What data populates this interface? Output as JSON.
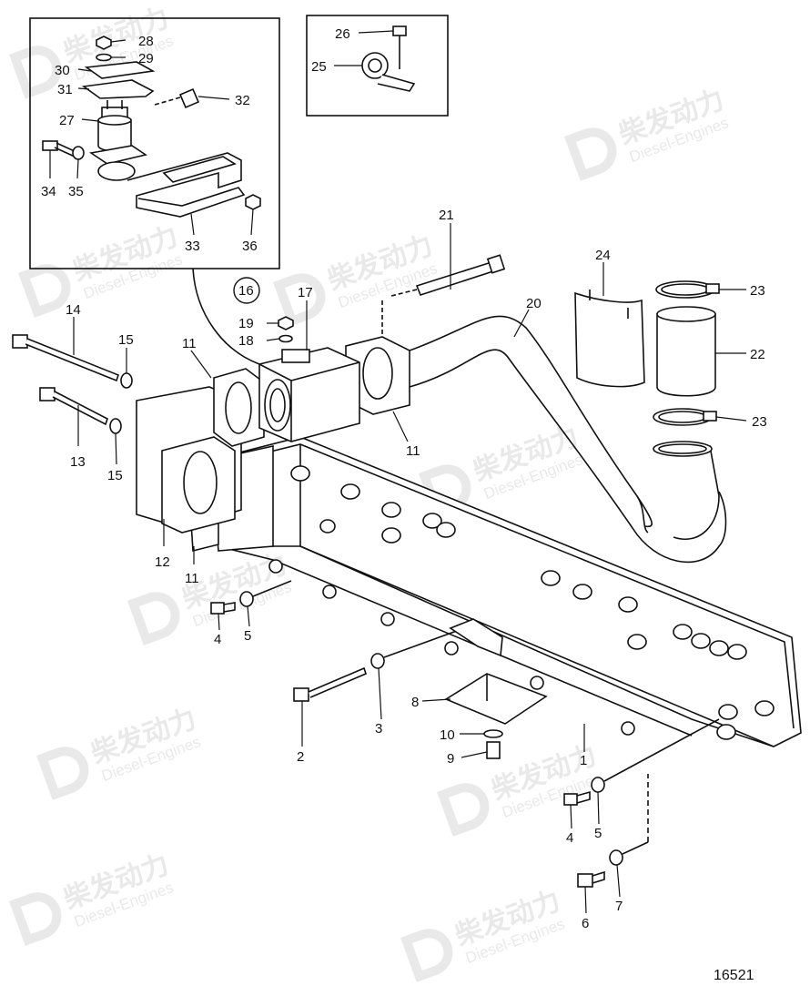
{
  "watermark": {
    "brand_cn": "柴发动力",
    "brand_en": "Diesel-Engines"
  },
  "drawing_number": "16521",
  "callouts": {
    "c1": "1",
    "c2": "2",
    "c3": "3",
    "c4a": "4",
    "c4b": "4",
    "c5a": "5",
    "c5b": "5",
    "c6": "6",
    "c7": "7",
    "c8": "8",
    "c9": "9",
    "c10": "10",
    "c11a": "11",
    "c11b": "11",
    "c11c": "11",
    "c12": "12",
    "c13": "13",
    "c14": "14",
    "c15a": "15",
    "c15b": "15",
    "c16": "16",
    "c17": "17",
    "c18": "18",
    "c19": "19",
    "c20": "20",
    "c21": "21",
    "c22": "22",
    "c23a": "23",
    "c23b": "23",
    "c24": "24",
    "c25": "25",
    "c26": "26",
    "c27": "27",
    "c28": "28",
    "c29": "29",
    "c30": "30",
    "c31": "31",
    "c32": "32",
    "c33": "33",
    "c34": "34",
    "c35": "35",
    "c36": "36"
  },
  "colors": {
    "ink": "#111111",
    "watermark": "#e9e9e9",
    "paper": "#ffffff"
  }
}
